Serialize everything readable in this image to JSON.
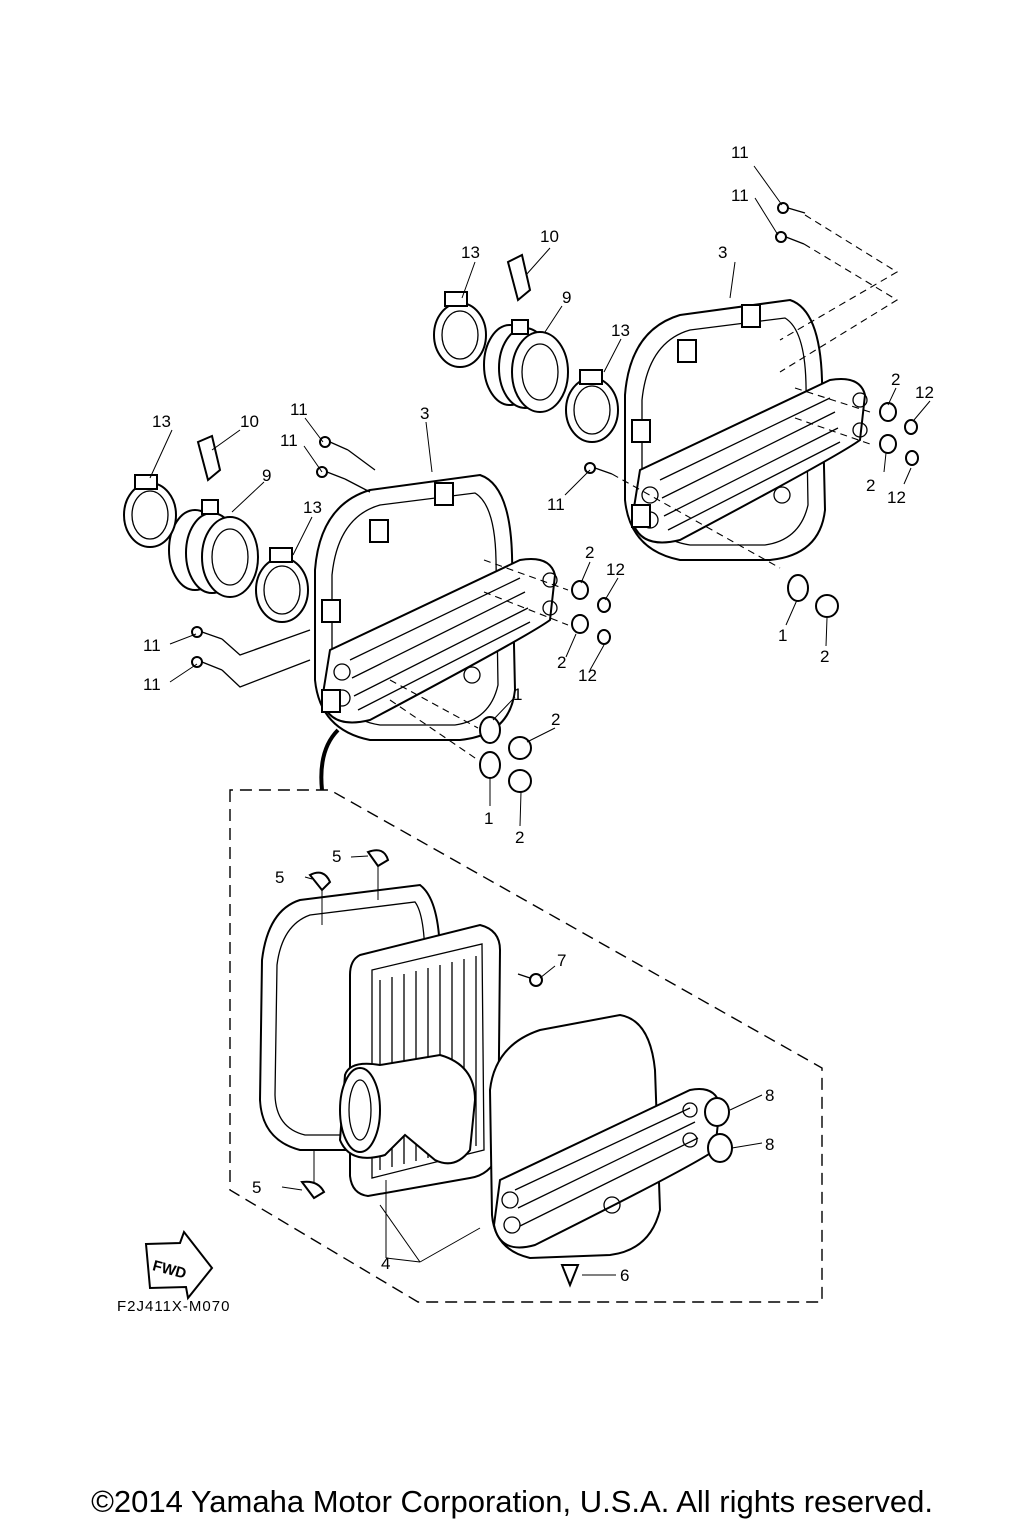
{
  "diagram": {
    "drawing_code": "F2J411X-M070",
    "fwd_label": "FWD",
    "callouts": {
      "c11_top_a": "11",
      "c11_top_b": "11",
      "c3_right": "3",
      "c13_right_a": "13",
      "c10_right": "10",
      "c9_right": "9",
      "c13_right_b": "13",
      "c2_right_a": "2",
      "c12_right_a": "12",
      "c2_right_b": "2",
      "c12_right_b": "12",
      "c11_right_c": "11",
      "c1_right": "1",
      "c2_right_c": "2",
      "c13_left_a": "13",
      "c10_left": "10",
      "c11_left_a": "11",
      "c11_left_b": "11",
      "c3_left": "3",
      "c9_left": "9",
      "c13_left_b": "13",
      "c2_left_a": "2",
      "c12_left_a": "12",
      "c2_left_b": "2",
      "c12_left_b": "12",
      "c11_left_c": "11",
      "c11_left_d": "11",
      "c1_left_a": "1",
      "c2_left_c": "2",
      "c1_left_b": "1",
      "c2_left_d": "2",
      "c5_a": "5",
      "c5_b": "5",
      "c5_c": "5",
      "c7": "7",
      "c8_a": "8",
      "c8_b": "8",
      "c4": "4",
      "c6": "6"
    }
  },
  "copyright": "©2014 Yamaha Motor Corporation, U.S.A. All rights reserved."
}
